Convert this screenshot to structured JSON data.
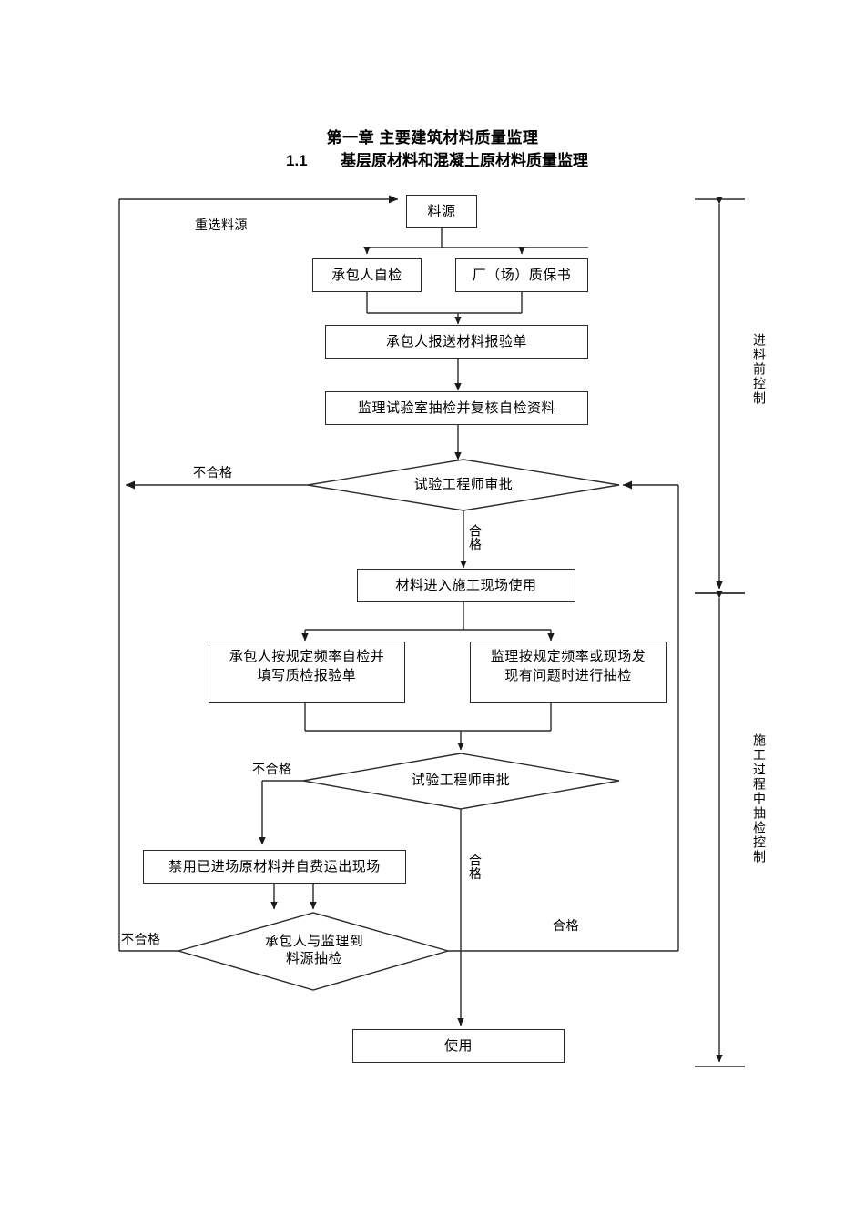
{
  "document": {
    "chapter_title": "第一章 主要建筑材料质量监理",
    "section_number": "1.1",
    "section_title": "基层原材料和混凝土原材料质量监理"
  },
  "flow": {
    "nodes": [
      {
        "id": "source",
        "label": "料源"
      },
      {
        "id": "self_check",
        "label": "承包人自检"
      },
      {
        "id": "factory_cert",
        "label": "厂（场）质保书"
      },
      {
        "id": "submit_form",
        "label": "承包人报送材料报验单"
      },
      {
        "id": "lab_check",
        "label": "监理试验室抽检并复核自检资料"
      },
      {
        "id": "decision1",
        "label": "试验工程师审批"
      },
      {
        "id": "enter_site",
        "label": "材料进入施工现场使用"
      },
      {
        "id": "contractor_freq",
        "label": "承包人按规定频率自检并\n填写质检报验单"
      },
      {
        "id": "supervisor_freq",
        "label": "监理按规定频率或现场发\n现有问题时进行抽检"
      },
      {
        "id": "decision2",
        "label": "试验工程师审批"
      },
      {
        "id": "ban_material",
        "label": "禁用已进场原材料并自费运出现场"
      },
      {
        "id": "decision3",
        "label": "承包人与监理到\n料源抽检"
      },
      {
        "id": "use",
        "label": "使用"
      }
    ],
    "edge_labels": {
      "reselect_source": "重选料源",
      "fail_1": "不合格",
      "pass_1": "合格",
      "fail_2": "不合格",
      "pass_2": "合格",
      "fail_3": "不合格",
      "pass_3": "合格"
    }
  },
  "side_brackets": [
    {
      "id": "pre_entry",
      "label": "进料前控制"
    },
    {
      "id": "in_process",
      "label": "施工过程中抽检控制"
    }
  ],
  "colors": {
    "stroke": "#2b2b2b",
    "text": "#000000",
    "background": "#ffffff"
  }
}
